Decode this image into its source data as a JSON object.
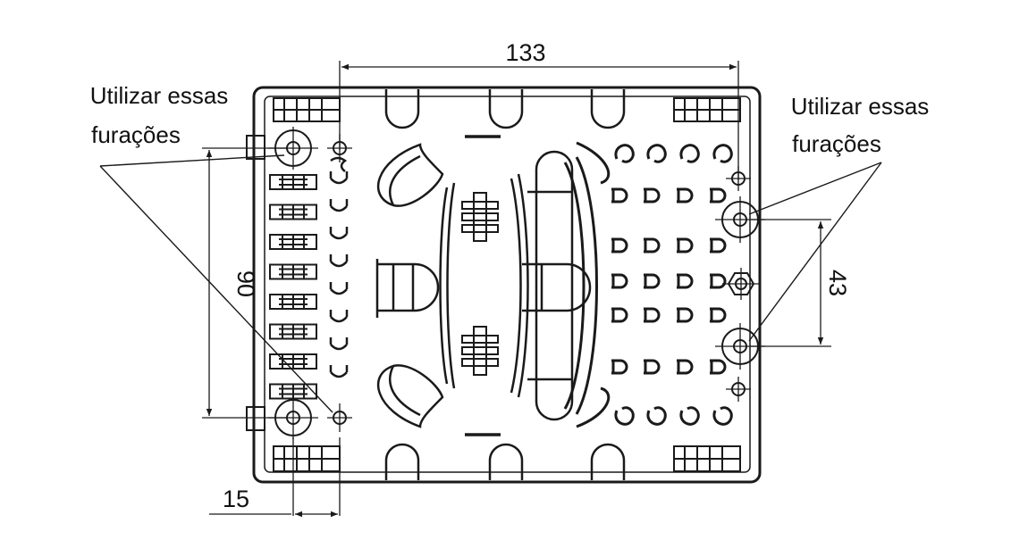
{
  "dimensions": {
    "top_width": "133",
    "left_height": "90",
    "right_spacing": "43",
    "bottom_offset": "15"
  },
  "annotations": {
    "left": {
      "line1": "Utilizar essas",
      "line2": "furações"
    },
    "right": {
      "line1": "Utilizar essas",
      "line2": "furações"
    }
  },
  "colors": {
    "stroke": "#1a1a1a",
    "background": "#ffffff"
  }
}
